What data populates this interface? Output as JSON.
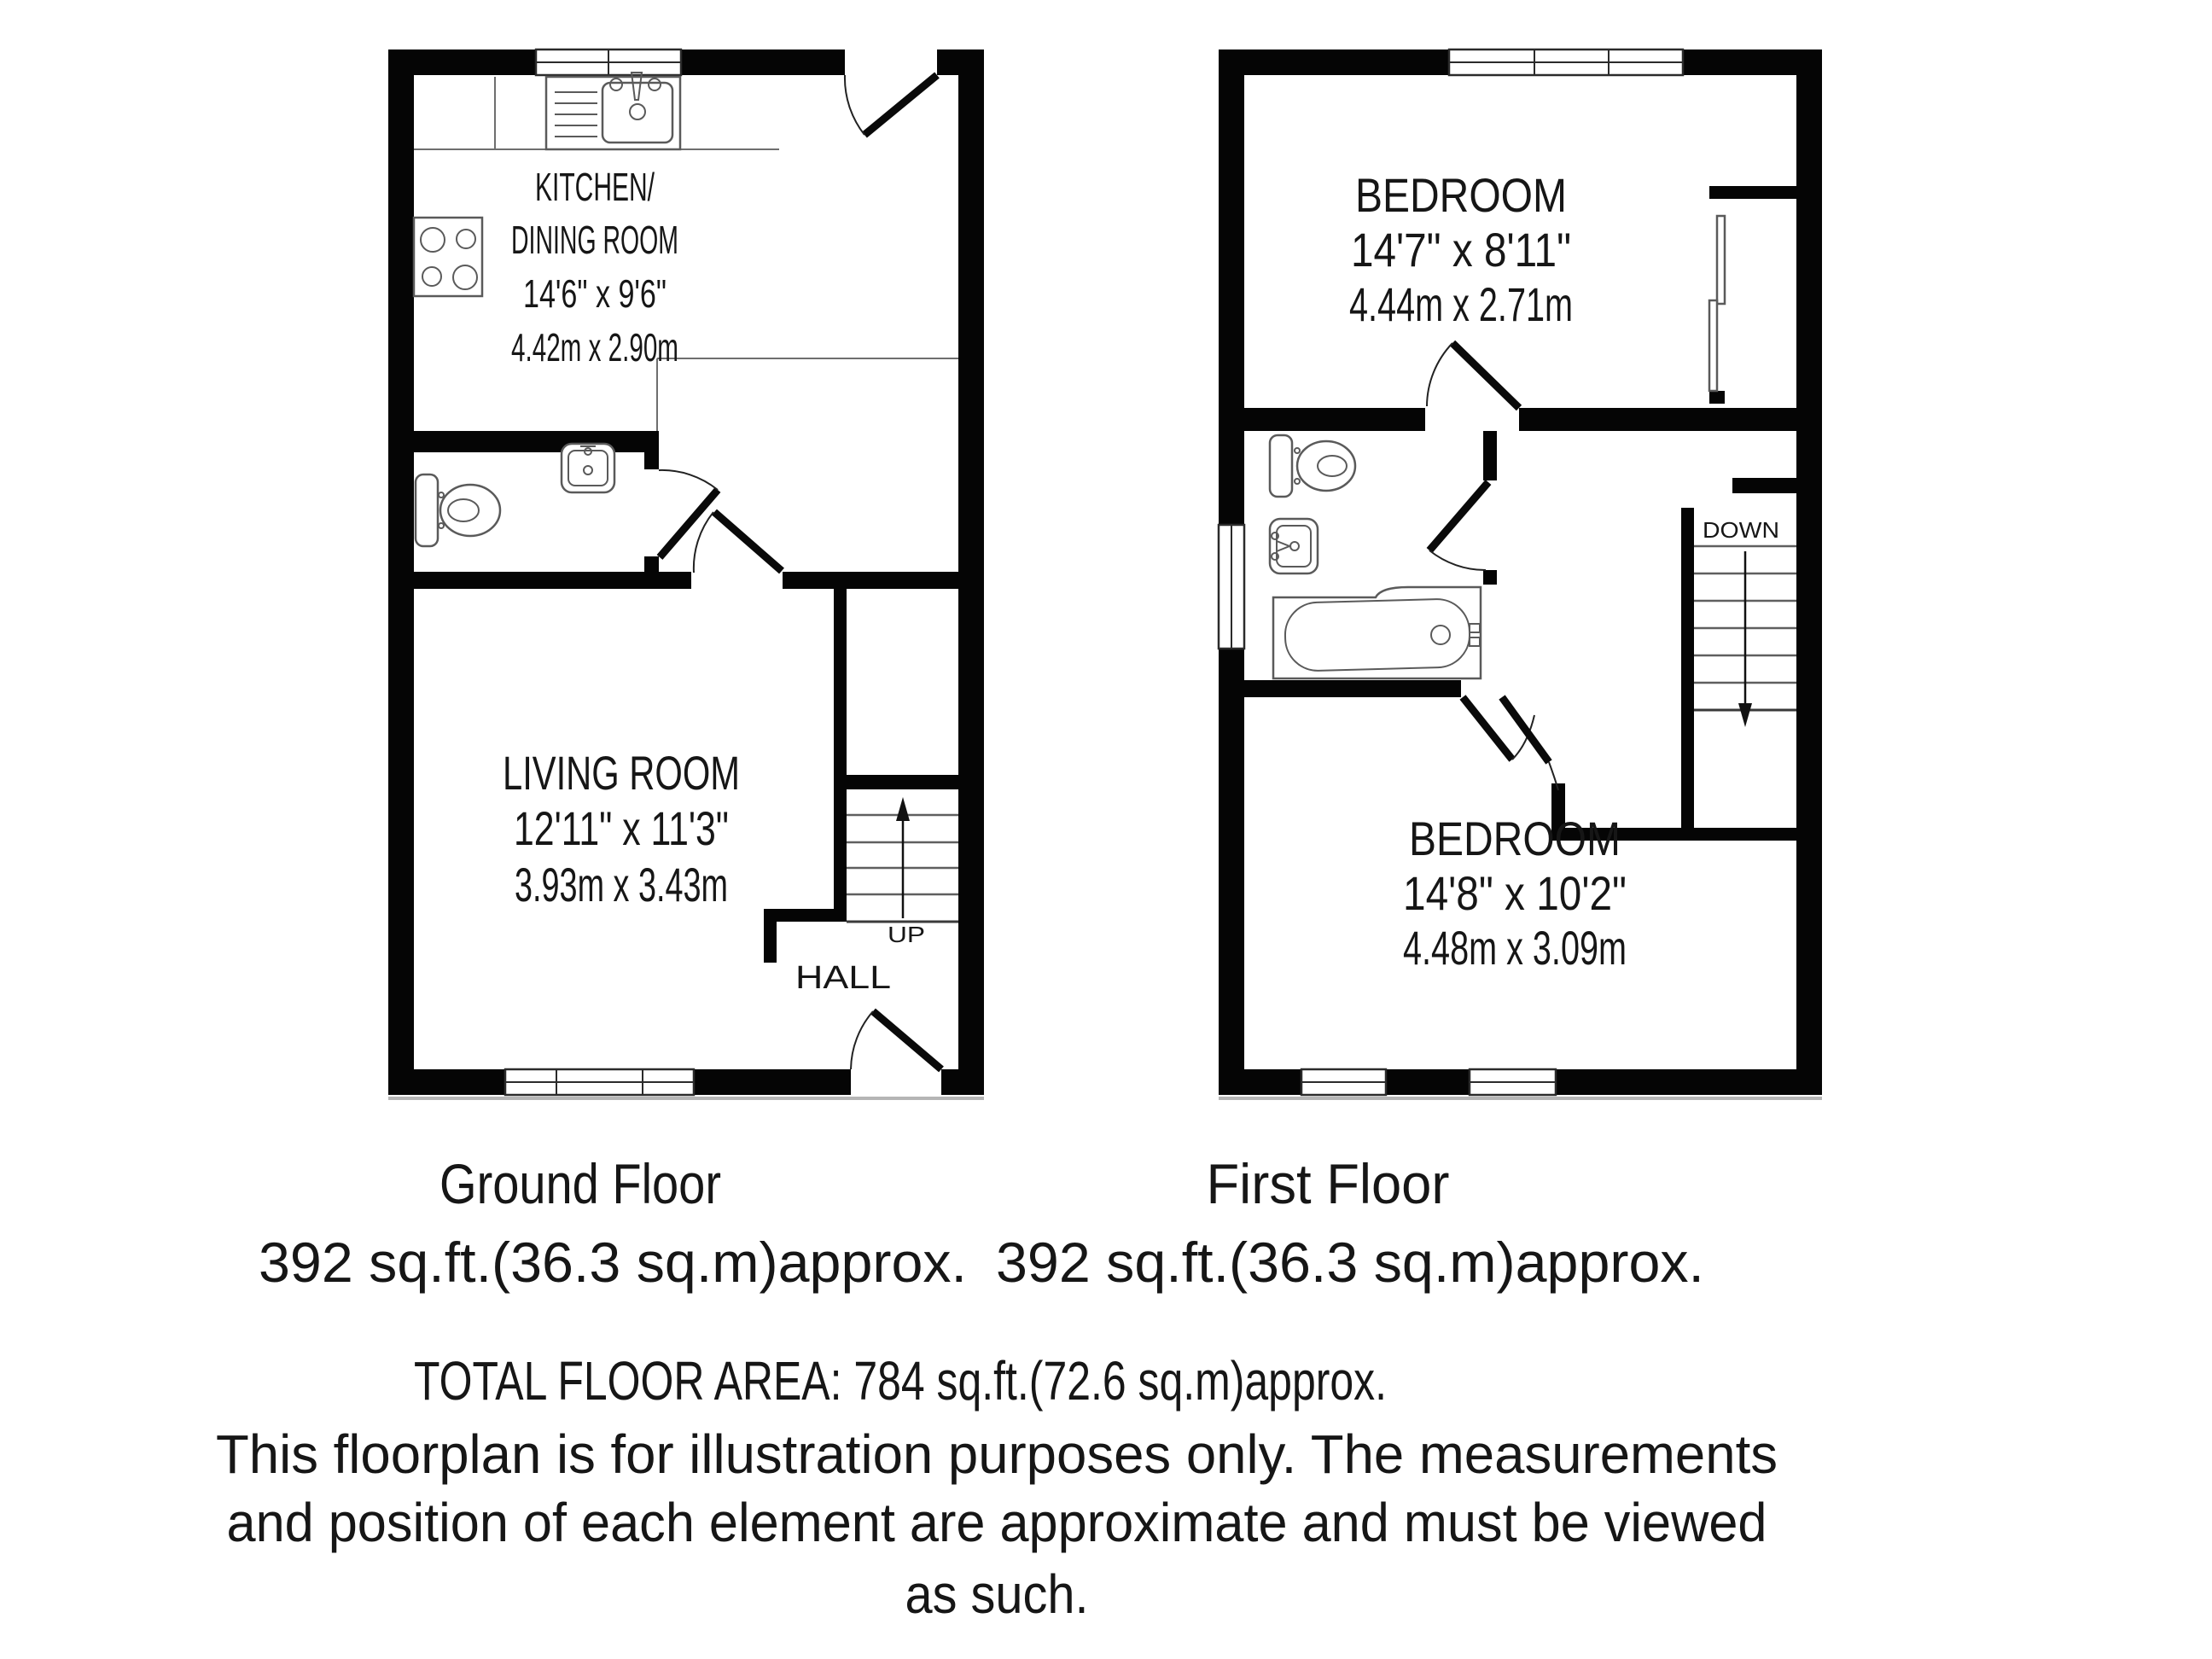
{
  "document_type": "property-floorplan",
  "colors": {
    "wall": "#050505",
    "thin_line": "#6e6e6e",
    "text": "#161616",
    "background": "#ffffff"
  },
  "ground_floor": {
    "title": "Ground Floor",
    "area_label": "392 sq.ft.(36.3 sq.m)approx.",
    "stairs_label": "UP",
    "rooms": {
      "kitchen": {
        "name_line1": "KITCHEN/",
        "name_line2": "DINING ROOM",
        "dims_imperial": "14'6\" x 9'6\"",
        "dims_metric": "4.42m x 2.90m"
      },
      "living_room": {
        "name": "LIVING ROOM",
        "dims_imperial": "12'11\" x 11'3\"",
        "dims_metric": "3.93m x 3.43m"
      },
      "hall": {
        "name": "HALL"
      }
    },
    "fixtures": [
      "kitchen-sink",
      "hob",
      "toilet",
      "basin"
    ]
  },
  "first_floor": {
    "title": "First Floor",
    "area_label": "392 sq.ft.(36.3 sq.m)approx.",
    "stairs_label": "DOWN",
    "rooms": {
      "bedroom_front": {
        "name": "BEDROOM",
        "dims_imperial": "14'7\" x 8'11\"",
        "dims_metric": "4.44m x 2.71m"
      },
      "bedroom_back": {
        "name": "BEDROOM",
        "dims_imperial": "14'8\" x 10'2\"",
        "dims_metric": "4.48m x 3.09m"
      }
    },
    "fixtures": [
      "toilet",
      "basin",
      "bathtub",
      "built-in-cupboard"
    ]
  },
  "footer": {
    "total_area": "TOTAL FLOOR AREA: 784 sq.ft.(72.6 sq.m)approx.",
    "disclaimer_line1": "This floorplan is for illustration purposes only. The measurements",
    "disclaimer_line2": "and position of each element are approximate and must be viewed",
    "disclaimer_line3": "as such."
  }
}
